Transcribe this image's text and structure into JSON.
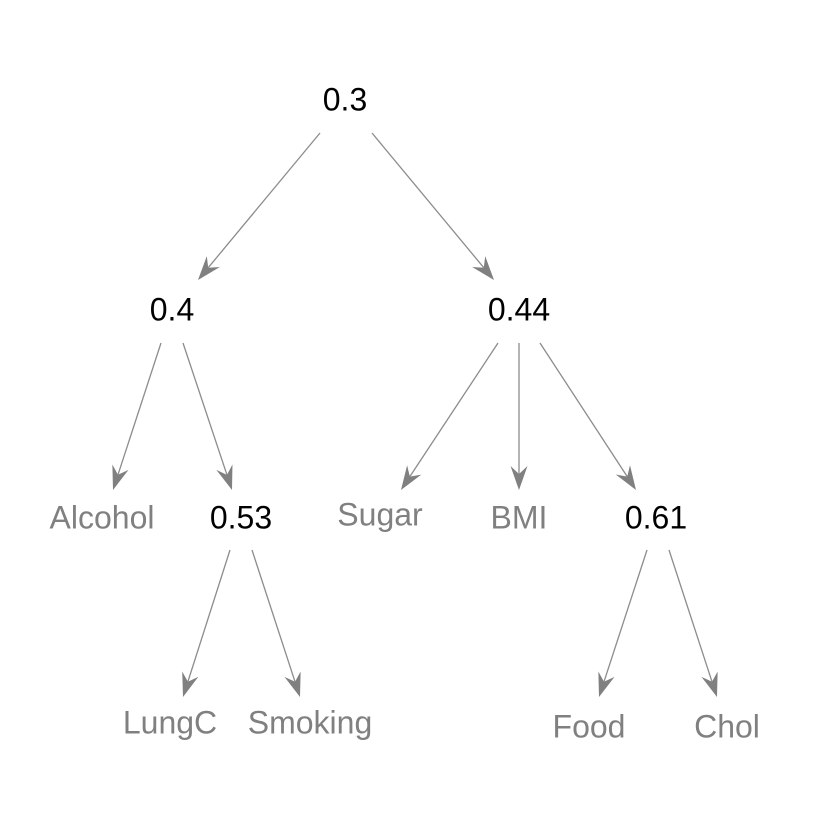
{
  "diagram": {
    "colors": {
      "internal_node_text": "#000000",
      "leaf_node_text": "#808080",
      "edge": "#8c8c8c",
      "arrowhead": "#808080",
      "background": "#ffffff"
    },
    "nodes": [
      {
        "id": "root",
        "label": "0.3",
        "kind": "internal"
      },
      {
        "id": "n04",
        "label": "0.4",
        "kind": "internal"
      },
      {
        "id": "n044",
        "label": "0.44",
        "kind": "internal"
      },
      {
        "id": "alcohol",
        "label": "Alcohol",
        "kind": "leaf"
      },
      {
        "id": "n053",
        "label": "0.53",
        "kind": "internal"
      },
      {
        "id": "sugar",
        "label": "Sugar",
        "kind": "leaf"
      },
      {
        "id": "bmi",
        "label": "BMI",
        "kind": "leaf"
      },
      {
        "id": "n061",
        "label": "0.61",
        "kind": "internal"
      },
      {
        "id": "lungc",
        "label": "LungC",
        "kind": "leaf"
      },
      {
        "id": "smoking",
        "label": "Smoking",
        "kind": "leaf"
      },
      {
        "id": "food",
        "label": "Food",
        "kind": "leaf"
      },
      {
        "id": "chol",
        "label": "Chol",
        "kind": "leaf"
      }
    ],
    "edges": [
      {
        "from": "root",
        "to": "n04"
      },
      {
        "from": "root",
        "to": "n044"
      },
      {
        "from": "n04",
        "to": "alcohol"
      },
      {
        "from": "n04",
        "to": "n053"
      },
      {
        "from": "n044",
        "to": "sugar"
      },
      {
        "from": "n044",
        "to": "bmi"
      },
      {
        "from": "n044",
        "to": "n061"
      },
      {
        "from": "n053",
        "to": "lungc"
      },
      {
        "from": "n053",
        "to": "smoking"
      },
      {
        "from": "n061",
        "to": "food"
      },
      {
        "from": "n061",
        "to": "chol"
      }
    ]
  }
}
